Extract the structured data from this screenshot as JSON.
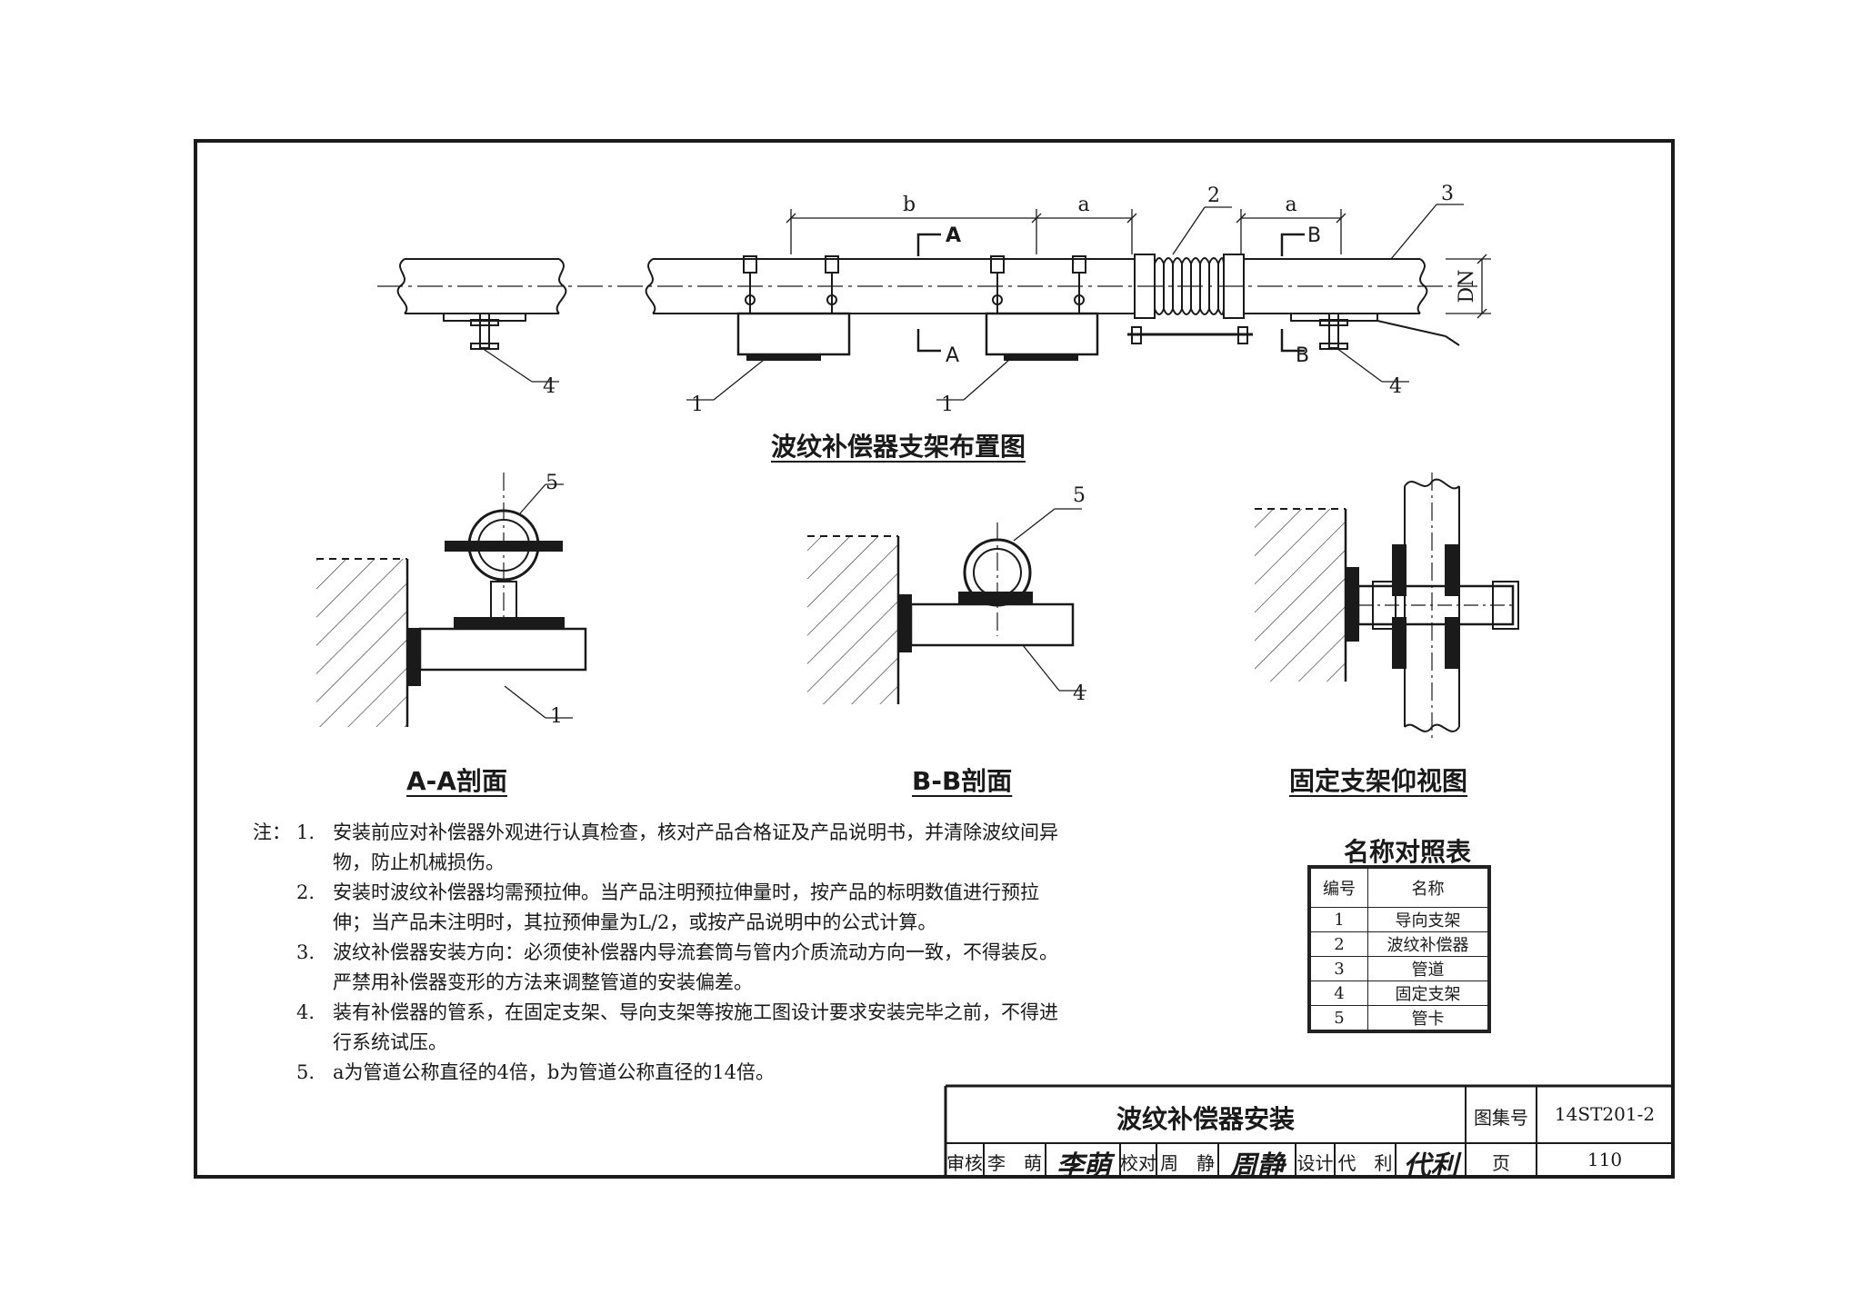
{
  "diagram": {
    "top_view": {
      "dimensions": {
        "b": "b",
        "a1": "a",
        "a2": "a",
        "dn": "DN"
      },
      "section_marks": {
        "a_top": "A",
        "a_bottom": "A",
        "b_top": "B",
        "b_bottom": "B"
      },
      "callouts": [
        "4",
        "1",
        "1",
        "2",
        "3",
        "4"
      ],
      "caption": "波纹补偿器支架布置图"
    },
    "section_aa": {
      "callouts": [
        "5",
        "1"
      ],
      "caption": "A-A剖面"
    },
    "section_bb": {
      "callouts": [
        "5",
        "4"
      ],
      "caption": "B-B剖面"
    },
    "bottom_view": {
      "caption": "固定支架仰视图"
    }
  },
  "notes": {
    "prefix": "注：",
    "items": [
      {
        "num": "1.",
        "text": "安装前应对补偿器外观进行认真检查，核对产品合格证及产品说明书，并清除波纹间异物，防止机械损伤。"
      },
      {
        "num": "2.",
        "text": "安装时波纹补偿器均需预拉伸。当产品注明预拉伸量时，按产品的标明数值进行预拉伸；当产品未注明时，其拉预伸量为L/2，或按产品说明中的公式计算。"
      },
      {
        "num": "3.",
        "text": "波纹补偿器安装方向：必须使补偿器内导流套筒与管内介质流动方向一致，不得装反。严禁用补偿器变形的方法来调整管道的安装偏差。"
      },
      {
        "num": "4.",
        "text": "装有补偿器的管系，在固定支架、导向支架等按施工图设计要求安装完毕之前，不得进行系统试压。"
      },
      {
        "num": "5.",
        "text": "a为管道公称直径的4倍，b为管道公称直径的14倍。"
      }
    ]
  },
  "legend": {
    "title": "名称对照表",
    "headers": [
      "编号",
      "名称"
    ],
    "rows": [
      [
        "1",
        "导向支架"
      ],
      [
        "2",
        "波纹补偿器"
      ],
      [
        "3",
        "管道"
      ],
      [
        "4",
        "固定支架"
      ],
      [
        "5",
        "管卡"
      ]
    ]
  },
  "title_block": {
    "title": "波纹补偿器安装",
    "atlas_label": "图集号",
    "atlas_no": "14ST201-2",
    "review_label": "审核",
    "reviewer": "李　萌",
    "reviewer_sig": "李萌",
    "check_label": "校对",
    "checker": "周　静",
    "checker_sig": "周静",
    "design_label": "设计",
    "designer": "代　利",
    "designer_sig": "代利",
    "page_label": "页",
    "page_no": "110"
  }
}
